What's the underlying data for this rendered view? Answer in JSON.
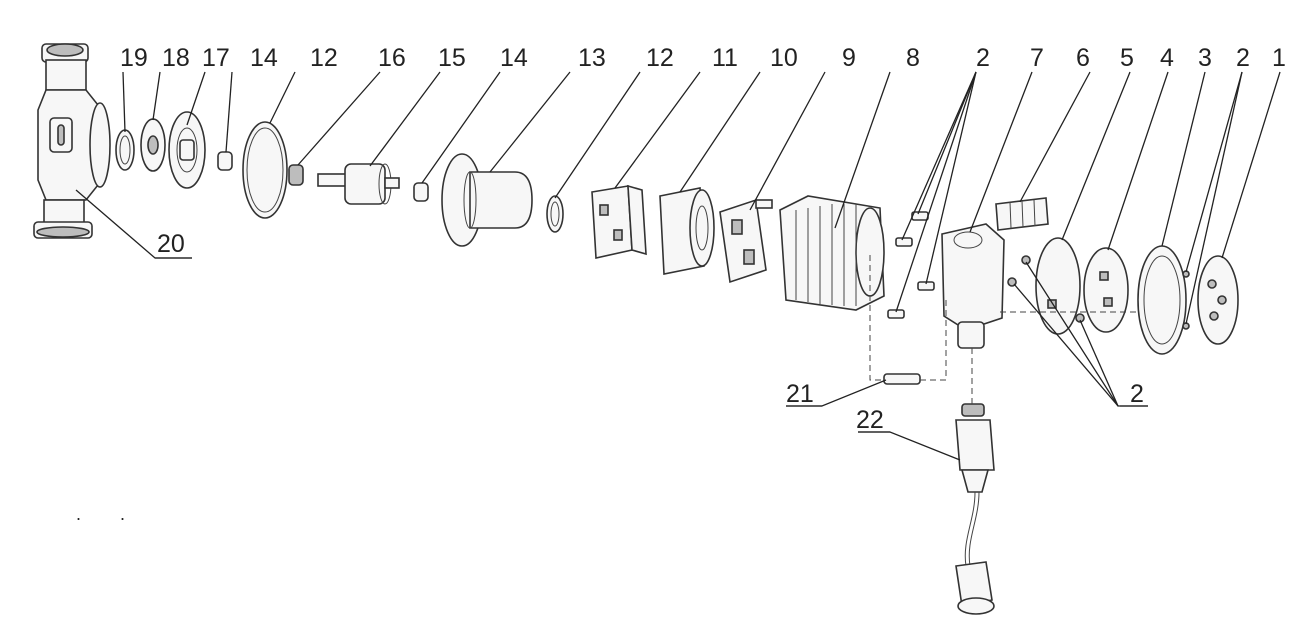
{
  "callouts": [
    {
      "id": "c19",
      "text": "19"
    },
    {
      "id": "c18",
      "text": "18"
    },
    {
      "id": "c17",
      "text": "17"
    },
    {
      "id": "c14a",
      "text": "14"
    },
    {
      "id": "c12a",
      "text": "12"
    },
    {
      "id": "c16",
      "text": "16"
    },
    {
      "id": "c15",
      "text": "15"
    },
    {
      "id": "c14b",
      "text": "14"
    },
    {
      "id": "c13",
      "text": "13"
    },
    {
      "id": "c12b",
      "text": "12"
    },
    {
      "id": "c11",
      "text": "11"
    },
    {
      "id": "c10",
      "text": "10"
    },
    {
      "id": "c9",
      "text": "9"
    },
    {
      "id": "c8",
      "text": "8"
    },
    {
      "id": "c2a",
      "text": "2"
    },
    {
      "id": "c7",
      "text": "7"
    },
    {
      "id": "c6",
      "text": "6"
    },
    {
      "id": "c5",
      "text": "5"
    },
    {
      "id": "c4",
      "text": "4"
    },
    {
      "id": "c3",
      "text": "3"
    },
    {
      "id": "c2b",
      "text": "2"
    },
    {
      "id": "c1",
      "text": "1"
    },
    {
      "id": "c20",
      "text": "20"
    },
    {
      "id": "c21",
      "text": "21"
    },
    {
      "id": "c22",
      "text": "22"
    },
    {
      "id": "c2c",
      "text": "2"
    }
  ],
  "stray_marks": [
    ".",
    "."
  ]
}
